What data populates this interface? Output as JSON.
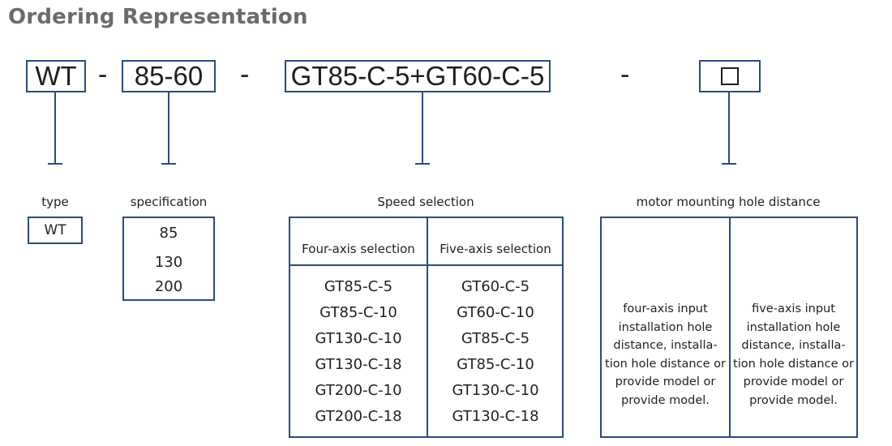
{
  "title": "Ordering  Representation",
  "code": {
    "parts": [
      "WT",
      "85-60",
      "GT85-C-5+GT60-C-5"
    ],
    "separator": "-"
  },
  "type": {
    "label": "type",
    "value": "WT"
  },
  "specification": {
    "label": "specification",
    "values": [
      "85",
      "130",
      "200"
    ]
  },
  "speed": {
    "label": "Speed selection",
    "four_axis": {
      "header": "Four-axis selection",
      "values": [
        "GT85-C-5",
        "GT85-C-10",
        "GT130-C-10",
        "GT130-C-18",
        "GT200-C-10",
        "GT200-C-18"
      ]
    },
    "five_axis": {
      "header": "Five-axis selection",
      "values": [
        "GT60-C-5",
        "GT60-C-10",
        "GT85-C-5",
        "GT85-C-10",
        "GT130-C-10",
        "GT130-C-18"
      ]
    }
  },
  "motor": {
    "label": "motor mounting hole distance",
    "four_axis_text": [
      "four-axis input",
      "installation hole",
      "distance, installa-",
      "tion hole distance or",
      "provide model or",
      "provide model."
    ],
    "five_axis_text": [
      "five-axis input",
      "installation hole",
      "distance, installa-",
      "tion hole distance or",
      "provide model or",
      "provide model."
    ]
  }
}
